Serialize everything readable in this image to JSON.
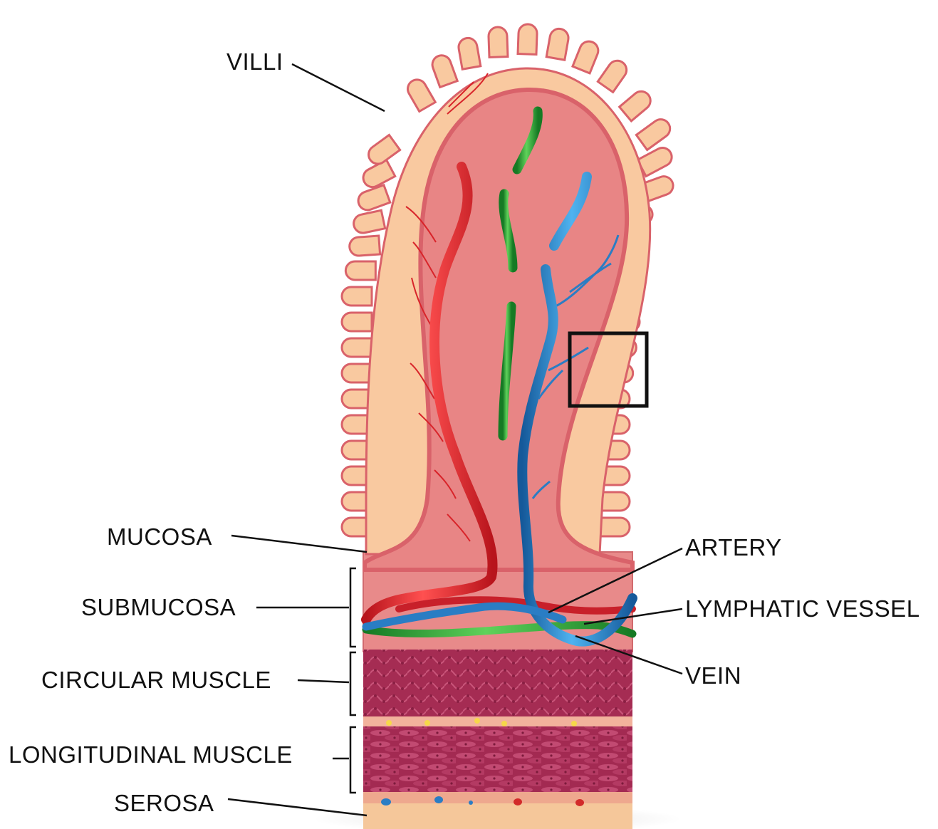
{
  "labels": {
    "villi": "VILLI",
    "mucosa": "MUCOSA",
    "submucosa": "SUBMUCOSA",
    "circular_muscle": "CIRCULAR MUSCLE",
    "longitudinal_muscle": "LONGITUDINAL MUSCLE",
    "serosa": "SEROSA",
    "artery": "ARTERY",
    "lymphatic_vessel": "LYMPHATIC VESSEL",
    "vein": "VEIN"
  },
  "colors": {
    "epithelium": "#f9c9a0",
    "epithelium_edge": "#d9626a",
    "mucosa_core": "#e88585",
    "artery": "#e0262c",
    "vein": "#2a7dc4",
    "lymphatic": "#2fa33b",
    "muscle": "#a82e55",
    "serosa": "#f5c79a"
  },
  "icons": {
    "highlight_box": "square-outline-icon"
  }
}
